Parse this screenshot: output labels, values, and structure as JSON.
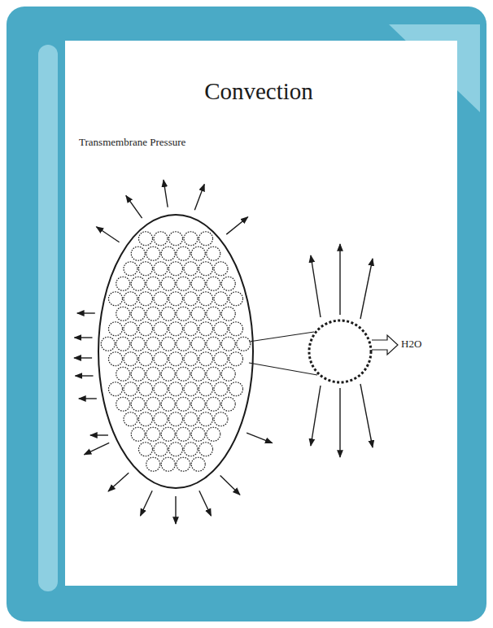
{
  "diagram": {
    "title": "Convection",
    "labels": [
      "Transmembrane Pressure",
      "H2O"
    ]
  }
}
